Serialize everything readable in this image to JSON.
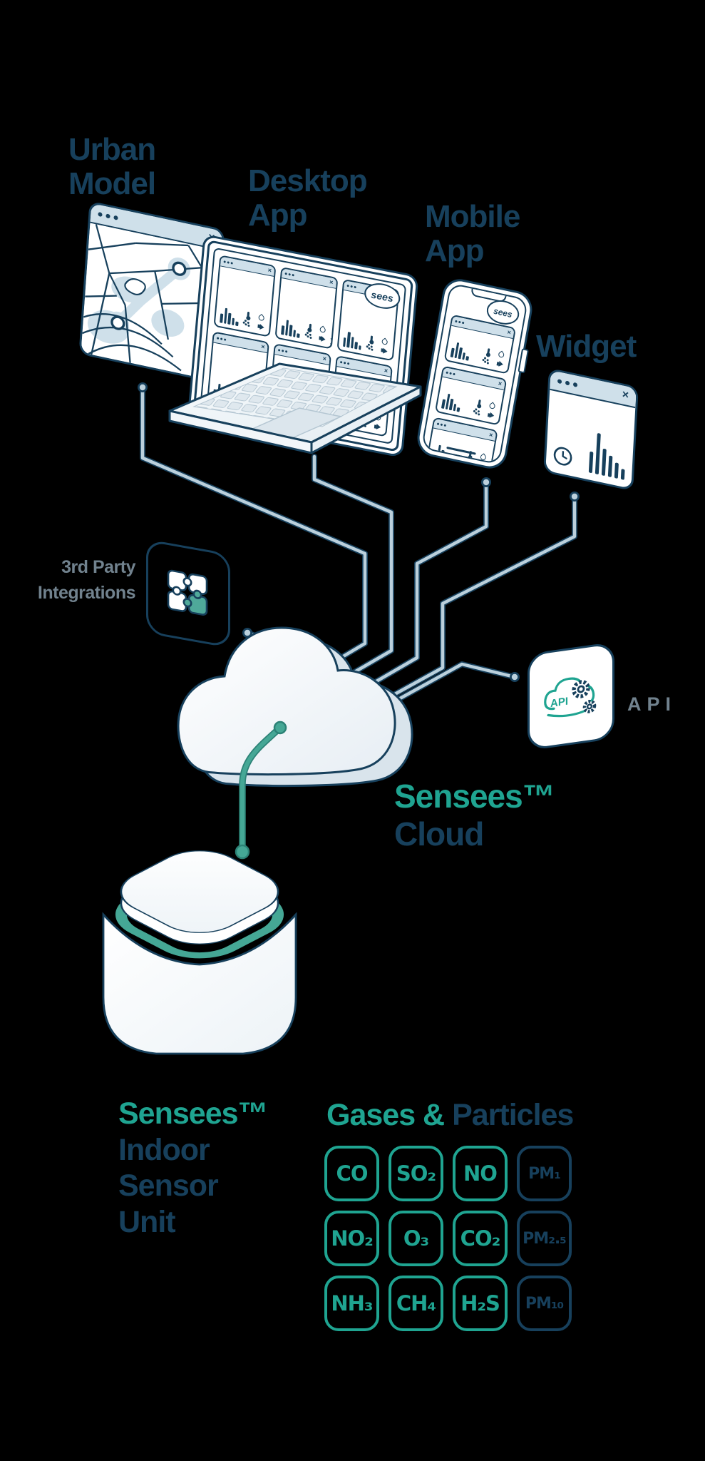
{
  "colors": {
    "teal": "#1FA491",
    "navy": "#17405C",
    "gray_label": "#71828E",
    "panel_blue": "#CFE0EA",
    "line_blue": "#BBD0DC",
    "puzzle_teal": "#4FA99A",
    "cable_teal": "#45A795",
    "background": "#000000"
  },
  "icons": {
    "close": "×"
  },
  "logo": {
    "text": "sees"
  },
  "labels": {
    "urban": {
      "line1": "Urban",
      "line2": "Model"
    },
    "desktop": {
      "line1": "Desktop",
      "line2": "App"
    },
    "mobile": {
      "line1": "Mobile",
      "line2": "App"
    },
    "widget": "Widget",
    "third_party": {
      "line1": "3rd Party",
      "line2": "Integrations"
    },
    "api": "API"
  },
  "badges": {
    "api": "API"
  },
  "cloud": {
    "brand": "Sensees™",
    "name": "Cloud"
  },
  "unit": {
    "brand": "Sensees™",
    "line2": "Indoor",
    "line3": "Sensor",
    "line4": "Unit"
  },
  "gases": {
    "heading_gases": "Gases &",
    "heading_particles": "Particles",
    "chips": [
      {
        "label": "CO",
        "type": "gas"
      },
      {
        "label": "SO₂",
        "type": "gas"
      },
      {
        "label": "NO",
        "type": "gas"
      },
      {
        "label": "PM₁",
        "type": "particle"
      },
      {
        "label": "NO₂",
        "type": "gas"
      },
      {
        "label": "O₃",
        "type": "gas"
      },
      {
        "label": "CO₂",
        "type": "gas"
      },
      {
        "label": "PM₂.₅",
        "type": "particle"
      },
      {
        "label": "NH₃",
        "type": "gas"
      },
      {
        "label": "CH₄",
        "type": "gas"
      },
      {
        "label": "H₂S",
        "type": "gas"
      },
      {
        "label": "PM₁₀",
        "type": "particle"
      }
    ]
  }
}
